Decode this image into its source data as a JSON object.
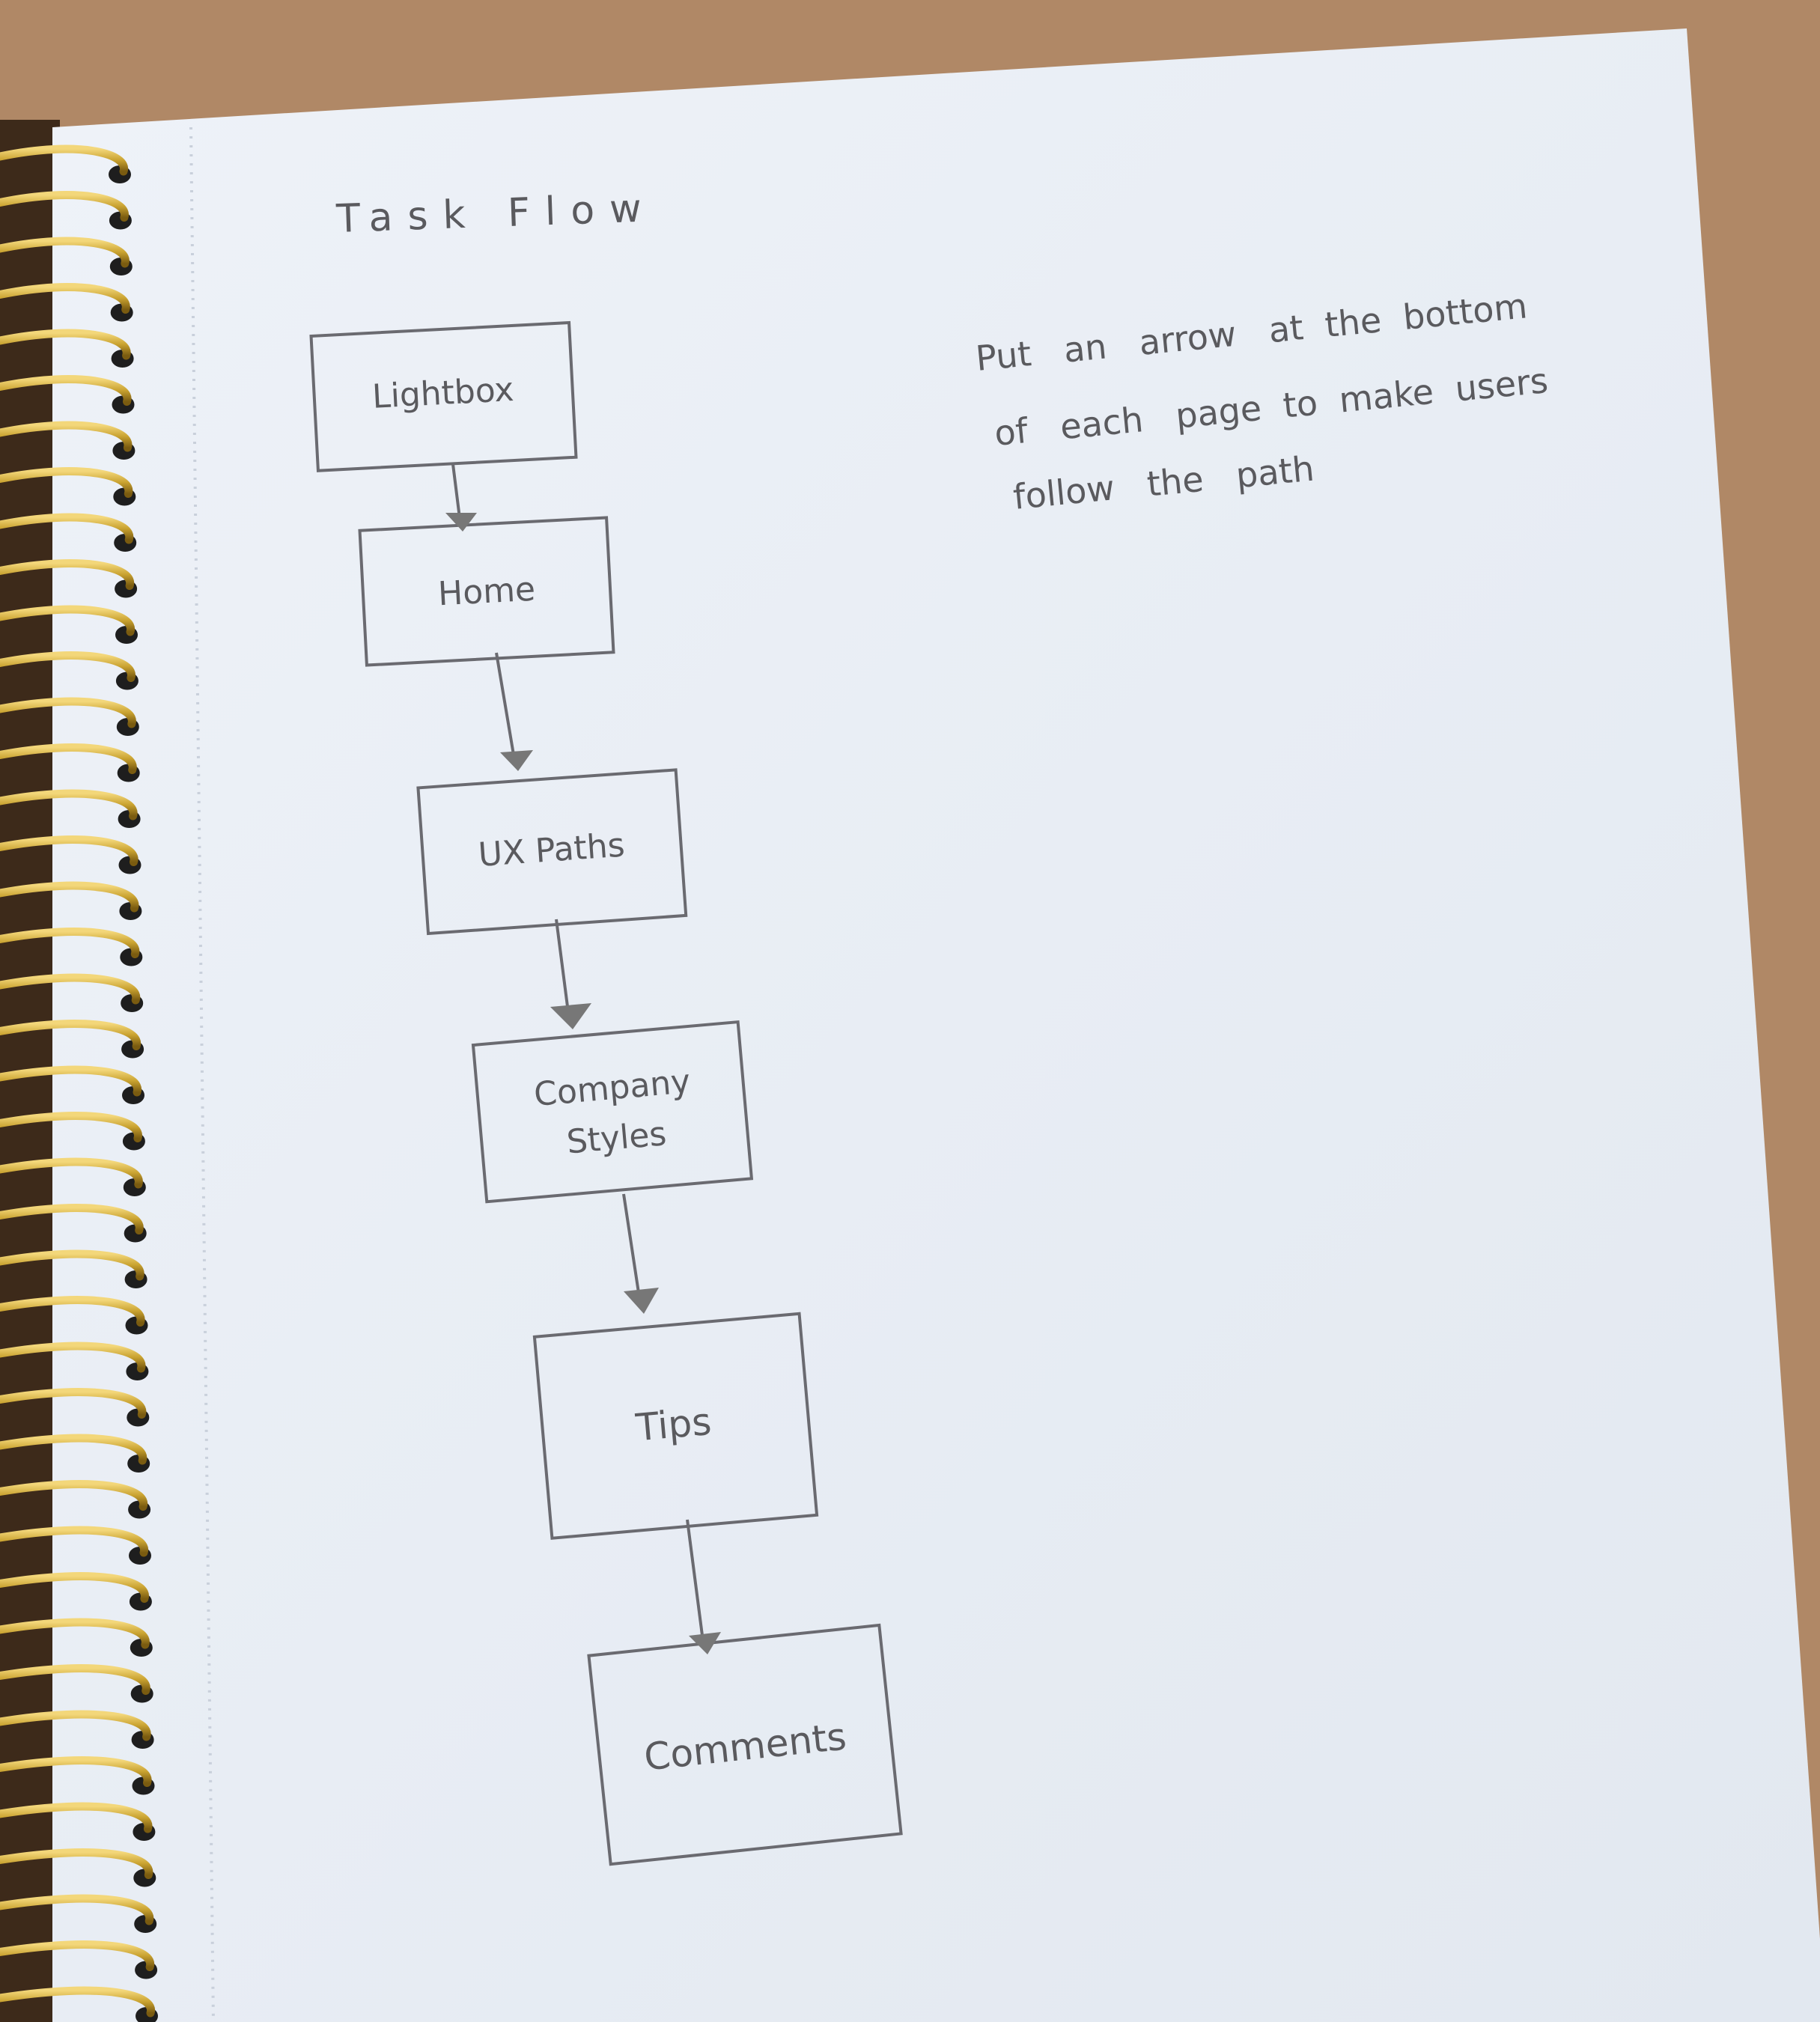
{
  "notebook": {
    "title": "Task Flow",
    "note_lines": [
      "Put   an   arrow   at  the  bottom",
      "of   each   page  to  make  users",
      "follow   the   path"
    ]
  },
  "flow": {
    "steps": [
      {
        "lines": [
          "Lightbox"
        ]
      },
      {
        "lines": [
          "Home"
        ]
      },
      {
        "lines": [
          "UX Paths"
        ]
      },
      {
        "lines": [
          "Company",
          "Styles"
        ]
      },
      {
        "lines": [
          "Tips"
        ]
      },
      {
        "lines": [
          "Comments"
        ]
      }
    ]
  },
  "colors": {
    "carpet": "#b08866",
    "paper": "#e9eef5",
    "pencil": "#5a5a5e",
    "spiral": "#c9a230"
  }
}
